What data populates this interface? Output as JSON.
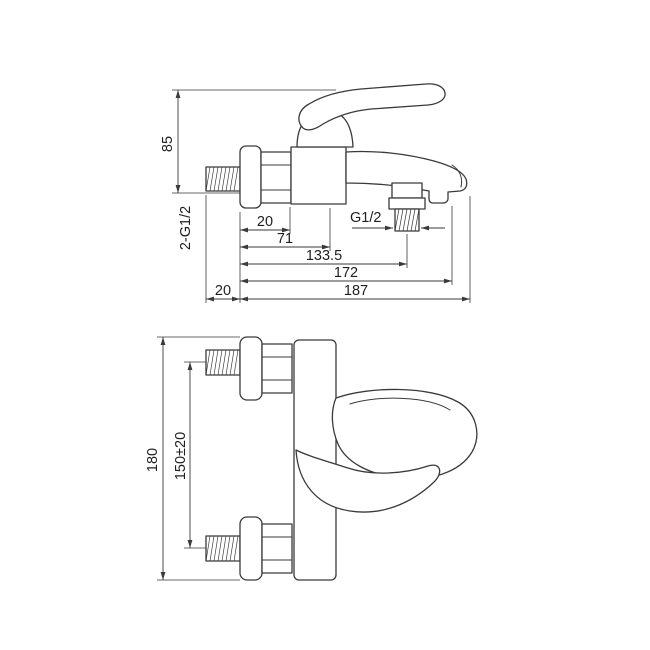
{
  "colors": {
    "line": "#3a3a3a",
    "background": "#ffffff",
    "text": "#1e1e1e"
  },
  "side_view": {
    "dims": {
      "height": "85",
      "wall_threads": "2-G1/2",
      "shower_thread": "G1/2",
      "flange_depth": "20",
      "cartridge_offset": "71",
      "shower_outlet_offset": "133.5",
      "aerator_offset": "172",
      "total_reach": "187",
      "pipe_length": "20"
    }
  },
  "front_view": {
    "dims": {
      "overall_height": "180",
      "inlet_spacing": "150±20"
    }
  }
}
